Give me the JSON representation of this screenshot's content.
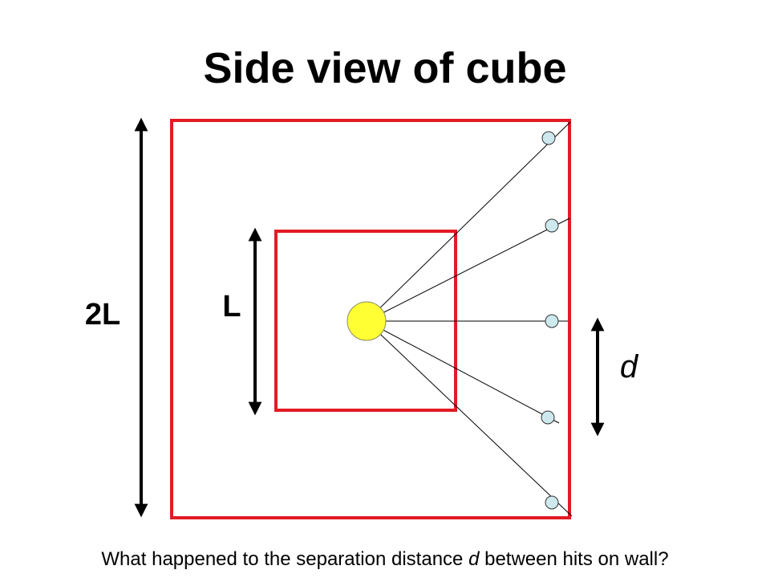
{
  "slide": {
    "title": "Side view of cube",
    "labels": {
      "outer": "2L",
      "inner": "L",
      "spacing": "d"
    },
    "caption": {
      "before": "What happened to the separation distance ",
      "italic": "d",
      "after": " between hits on wall?"
    }
  },
  "colors": {
    "cube_outline": "#e31b23",
    "source": "#ffff33",
    "hit_marker": "#cde9ee",
    "ray": "#000000",
    "arrow": "#000000"
  },
  "icons": {
    "source": "light-source-icon",
    "hit": "hit-dot-icon"
  }
}
